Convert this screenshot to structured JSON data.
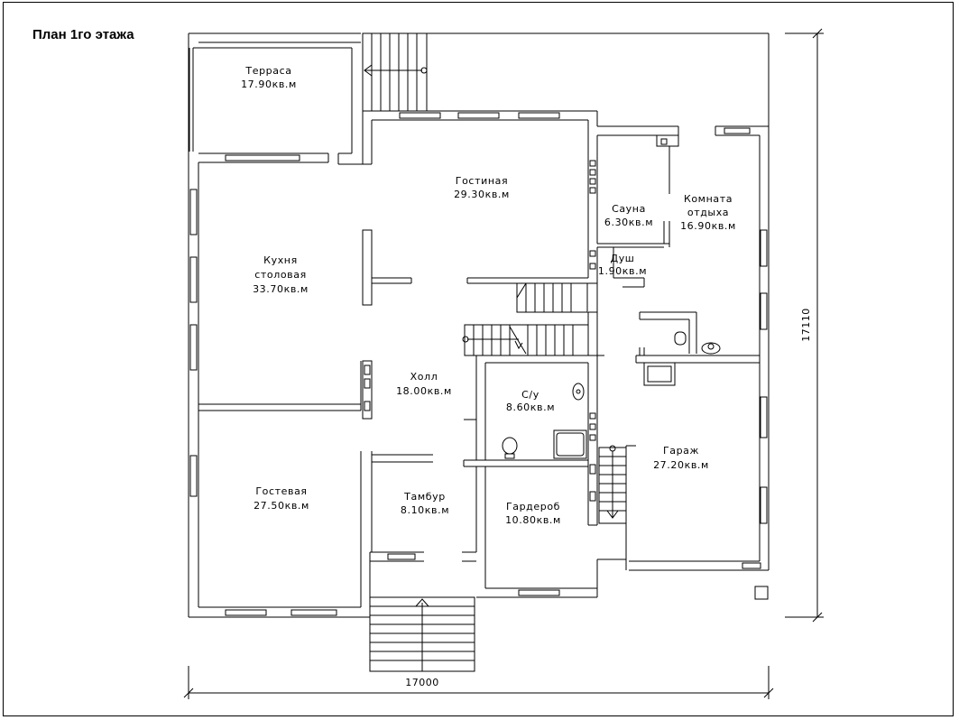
{
  "title": "План 1го этажа",
  "rooms": [
    {
      "id": "terrace",
      "name": "Терраса",
      "area": "17.90кв.м"
    },
    {
      "id": "living",
      "name": "Гостиная",
      "area": "29.30кв.м"
    },
    {
      "id": "sauna",
      "name": "Сауна",
      "area": "6.30кв.м"
    },
    {
      "id": "rest",
      "name": "Комната отдыха",
      "line1": "Комната",
      "line2": "отдыха",
      "area": "16.90кв.м"
    },
    {
      "id": "shower",
      "name": "Душ",
      "area": "1.90кв.м"
    },
    {
      "id": "kitchen",
      "name": "Кухня столовая",
      "line1": "Кухня",
      "line2": "столовая",
      "area": "33.70кв.м"
    },
    {
      "id": "hall",
      "name": "Холл",
      "area": "18.00кв.м"
    },
    {
      "id": "wc",
      "name": "С/у",
      "area": "8.60кв.м"
    },
    {
      "id": "garage",
      "name": "Гараж",
      "area": "27.20кв.м"
    },
    {
      "id": "guest",
      "name": "Гостевая",
      "area": "27.50кв.м"
    },
    {
      "id": "vestibule",
      "name": "Тамбур",
      "area": "8.10кв.м"
    },
    {
      "id": "wardrobe",
      "name": "Гардероб",
      "area": "10.80кв.м"
    }
  ],
  "dimensions": {
    "width": "17000",
    "height": "17110"
  }
}
